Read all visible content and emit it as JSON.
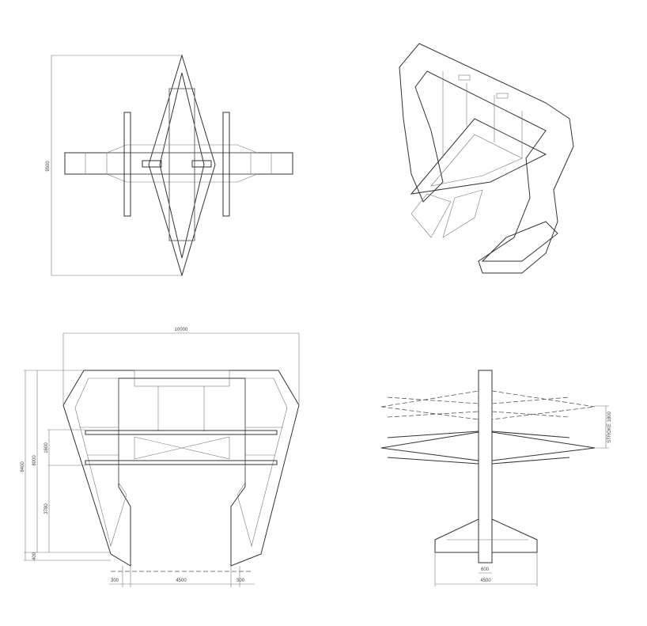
{
  "drawing": {
    "plan_view": {
      "height_label": "9500"
    },
    "front_elevation": {
      "width_label": "10000",
      "total_height_label": "8400",
      "height_label": "8000",
      "stroke_label": "1600",
      "clearance_label": "3780",
      "base_label": "400",
      "left_offset_label": "300",
      "span_label": "4500",
      "right_offset_label": "300"
    },
    "side_elevation": {
      "stroke_label": "STROKE 1800",
      "column_label": "600",
      "base_width_label": "4500"
    }
  }
}
